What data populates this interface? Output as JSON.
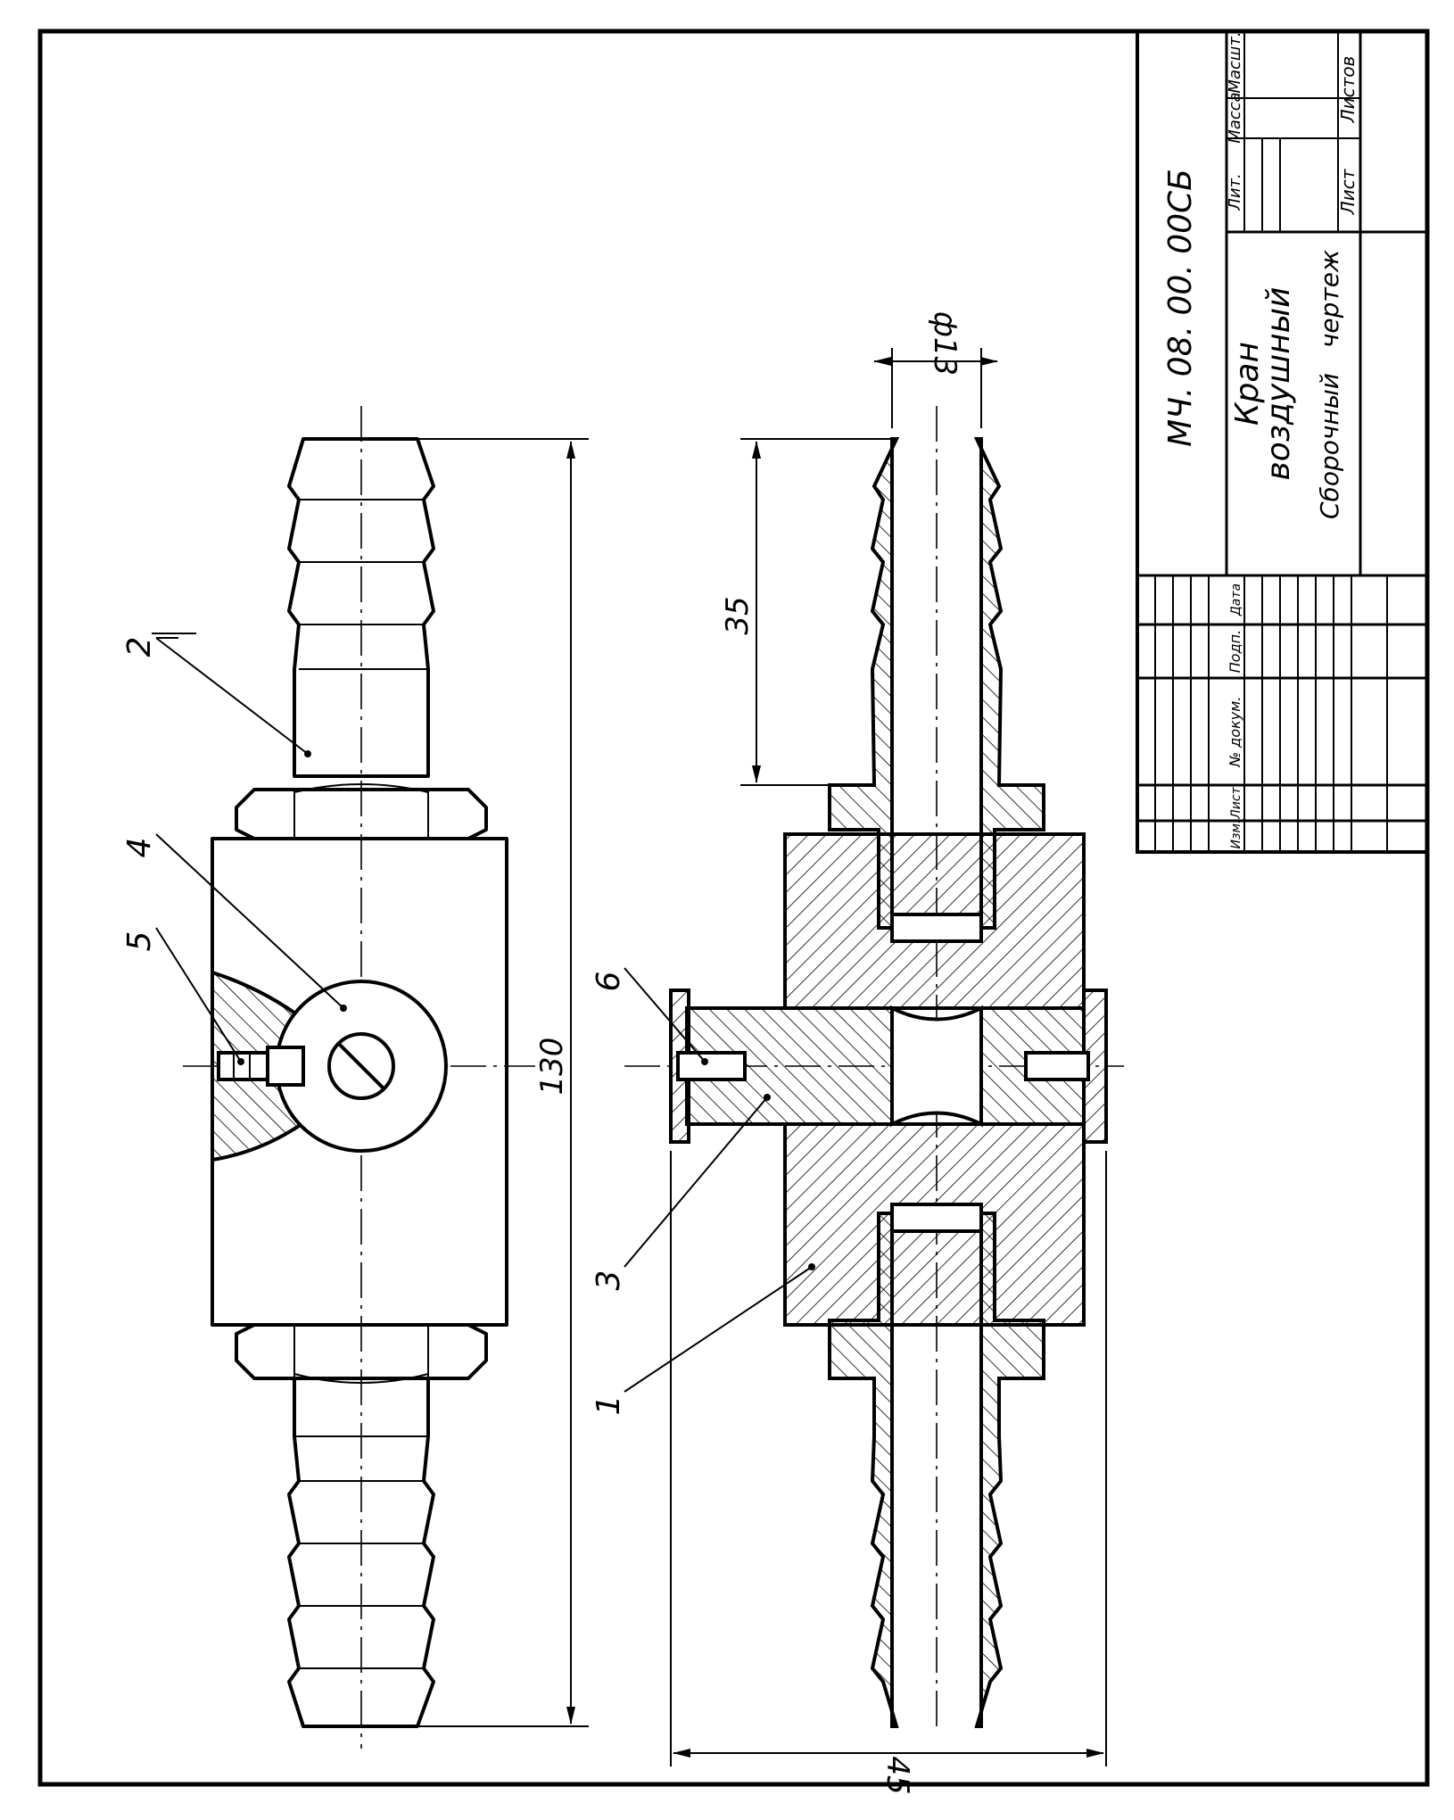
{
  "drawing": {
    "designation": "МЧ. 08. 00. 00СБ",
    "title_line1": "Кран",
    "title_line2": "воздушный",
    "doc_type_word1": "Сборочный",
    "doc_type_word2": "чертеж",
    "stamp_headers": {
      "lit": "Лит.",
      "mass": "Масса",
      "scale": "Масшт.",
      "sheet": "Лист",
      "sheets": "Листов"
    },
    "revision_headers": {
      "change": "Изм.",
      "sheet": "Лист",
      "doc_no": "№ докум.",
      "signature": "Подп.",
      "date": "Дата"
    }
  },
  "dimensions": {
    "overall_length": "130",
    "stem_length": "45",
    "nipple_length": "35",
    "bore_diameter": "ф13"
  },
  "positions": [
    "1",
    "2",
    "3",
    "4",
    "5",
    "6"
  ],
  "colors": {
    "line": "#000000",
    "paper": "#ffffff"
  }
}
